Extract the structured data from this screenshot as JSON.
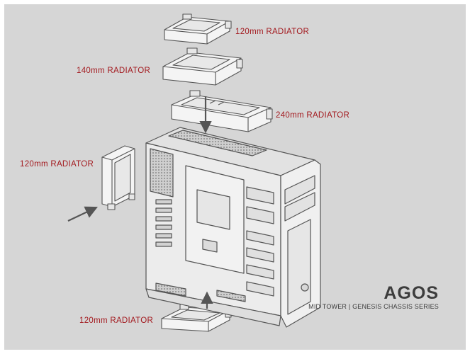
{
  "labels": {
    "top_120": "120mm RADIATOR",
    "r_140": "140mm RADIATOR",
    "r_240": "240mm RADIATOR",
    "side_120": "120mm RADIATOR",
    "bottom_120": "120mm RADIATOR"
  },
  "brand": {
    "name": "AGOS",
    "tagline": "MID TOWER | GENESIS CHASSIS SERIES"
  },
  "colors": {
    "background": "#d6d6d6",
    "label": "#a31a1f",
    "line": "#555555",
    "fill": "#f4f4f4",
    "brand": "#3d3d3d"
  }
}
